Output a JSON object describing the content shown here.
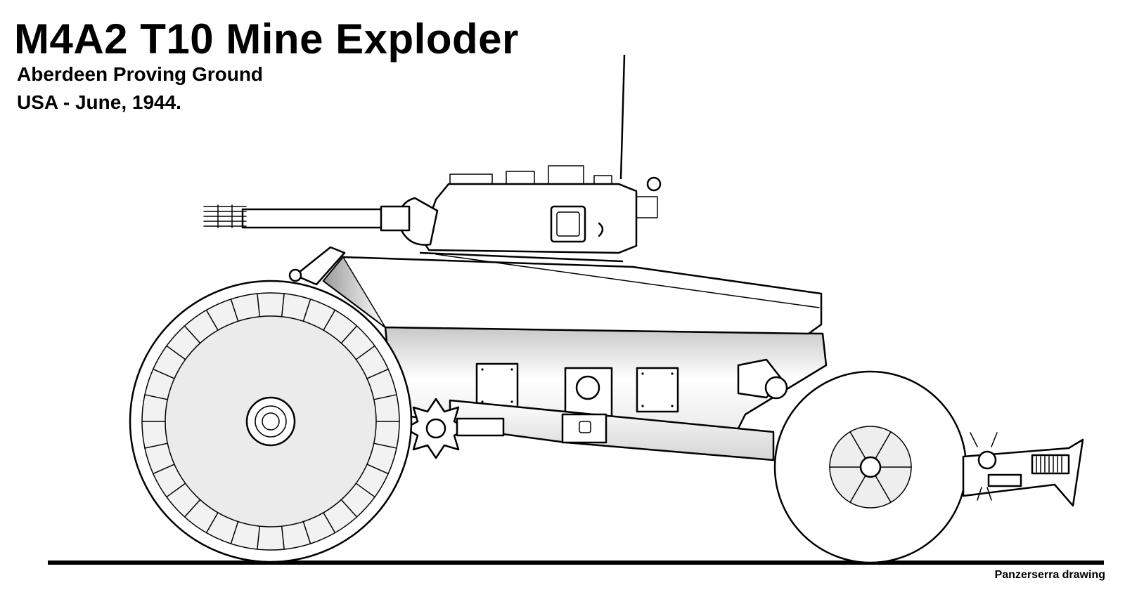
{
  "title": "M4A2 T10 Mine Exploder",
  "subtitle_line1": "Aberdeen Proving Ground",
  "subtitle_line2": "USA - June, 1944.",
  "credit": "Panzerserra drawing"
}
